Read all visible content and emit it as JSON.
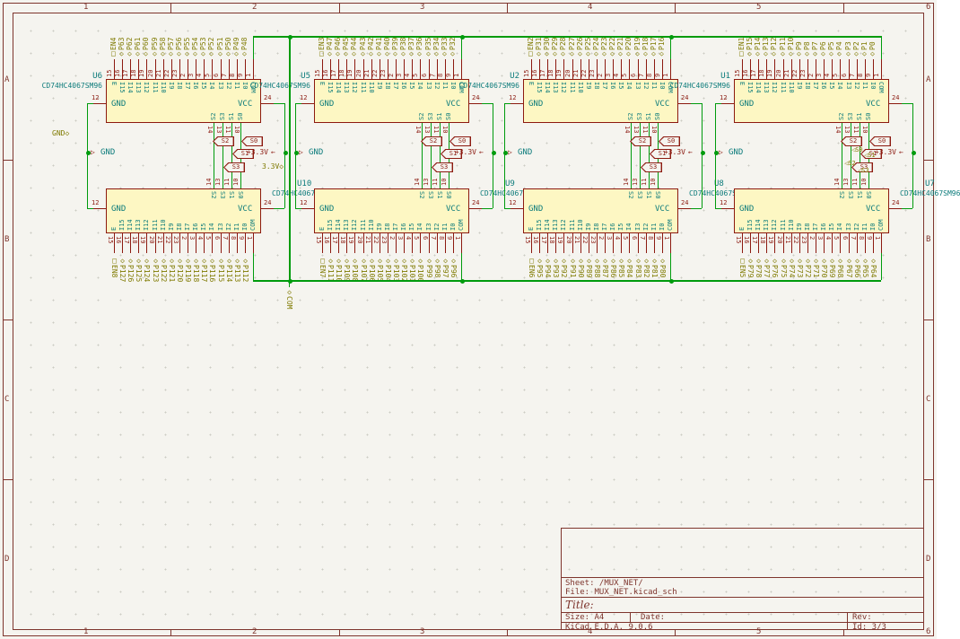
{
  "frame": {
    "columns": [
      "1",
      "2",
      "3",
      "4",
      "5",
      "6"
    ],
    "rows": [
      "A",
      "B",
      "C",
      "D"
    ]
  },
  "title_block": {
    "sheet": "Sheet: /MUX_NET/",
    "file": "File: MUX_NET.kicad_sch",
    "title_label": "Title:",
    "size": "Size: A4",
    "date": "Date:",
    "rev": "Rev:",
    "app": "KiCad E.D.A. 9.0.6",
    "id": "Id: 3/3"
  },
  "colors": {
    "wire_green": "#009b0d",
    "pin_red": "#8c1a10",
    "field_teal": "#0c7b7b",
    "hier_label_olive": "#7f7a00",
    "ic_fill": "#fdf7c3",
    "frame_maroon": "#7e352d",
    "background": "#f5f4ef"
  },
  "shared": {
    "pin_numbers": [
      "15",
      "16",
      "17",
      "18",
      "19",
      "20",
      "21",
      "22",
      "23",
      "2",
      "3",
      "4",
      "5",
      "6",
      "7",
      "8",
      "9",
      "1"
    ],
    "inner_names": [
      "E",
      "I15",
      "I14",
      "I13",
      "I12",
      "I11",
      "I10",
      "I9",
      "I8",
      "I7",
      "I6",
      "I5",
      "I4",
      "I3",
      "I2",
      "I1",
      "I0",
      "COM"
    ],
    "select_inner_names": [
      "S2",
      "S3",
      "S1",
      "S0"
    ],
    "select_pin_numbers": [
      "14",
      "13",
      "11",
      "10"
    ],
    "select_global_labels": [
      "S2",
      "S3",
      "S1",
      "S0"
    ],
    "select_hier_labels": [
      "S0",
      "S1",
      "S2",
      "S3"
    ],
    "gnd_pin_name": "GND",
    "vcc_pin_name": "VCC",
    "gnd_pin_number": "12",
    "vcc_pin_number": "24",
    "power_3v3": "+3.3V",
    "power_gnd": "GND",
    "hier_gnd": "GND",
    "hier_3v3": "3.3V",
    "hier_com": "COM"
  },
  "ics": [
    {
      "ref": "U6",
      "value": "CD74HC4067SM96",
      "en": "EN4",
      "pins": [
        "P63",
        "P62",
        "P61",
        "P60",
        "P59",
        "P58",
        "P57",
        "P56",
        "P55",
        "P54",
        "P53",
        "P52",
        "P51",
        "P50",
        "P49",
        "P48"
      ]
    },
    {
      "ref": "U5",
      "value": "CD74HC4067SM96",
      "en": "EN3",
      "pins": [
        "P47",
        "P46",
        "P45",
        "P44",
        "P43",
        "P42",
        "P41",
        "P40",
        "P39",
        "P38",
        "P37",
        "P36",
        "P35",
        "P34",
        "P33",
        "P32"
      ]
    },
    {
      "ref": "U2",
      "value": "CD74HC4067SM96",
      "en": "EN2",
      "pins": [
        "P31",
        "P30",
        "P29",
        "P28",
        "P27",
        "P26",
        "P25",
        "P24",
        "P23",
        "P22",
        "P21",
        "P20",
        "P19",
        "P18",
        "P17",
        "P16"
      ]
    },
    {
      "ref": "U1",
      "value": "CD74HC4067SM96",
      "en": "EN1",
      "pins": [
        "P15",
        "P14",
        "P13",
        "P12",
        "P11",
        "P10",
        "P9",
        "P8",
        "P7",
        "P6",
        "P5",
        "P4",
        "P3",
        "P2",
        "P1",
        "P0"
      ]
    },
    {
      "ref": "U10",
      "value": "CD74HC4067SM96",
      "en": "EN8",
      "pins": [
        "P127",
        "P126",
        "P125",
        "P124",
        "P123",
        "P122",
        "P121",
        "P120",
        "P119",
        "P118",
        "P117",
        "P116",
        "P115",
        "P114",
        "P113",
        "P112"
      ]
    },
    {
      "ref": "U9",
      "value": "CD74HC4067SM96",
      "en": "EN7",
      "pins": [
        "P111",
        "P110",
        "P109",
        "P108",
        "P107",
        "P106",
        "P105",
        "P104",
        "P103",
        "P102",
        "P101",
        "P100",
        "P99",
        "P98",
        "P97",
        "P96"
      ]
    },
    {
      "ref": "U8",
      "value": "CD74HC4067SM96",
      "en": "EN6",
      "pins": [
        "P95",
        "P94",
        "P93",
        "P92",
        "P91",
        "P90",
        "P89",
        "P88",
        "P87",
        "P86",
        "P85",
        "P84",
        "P83",
        "P82",
        "P81",
        "P80"
      ]
    },
    {
      "ref": "U7",
      "value": "CD74HC4067SM96",
      "en": "EN5",
      "pins": [
        "P79",
        "P78",
        "P77",
        "P76",
        "P75",
        "P74",
        "P73",
        "P72",
        "P71",
        "P70",
        "P69",
        "P68",
        "P67",
        "P66",
        "P65",
        "P64"
      ]
    }
  ]
}
